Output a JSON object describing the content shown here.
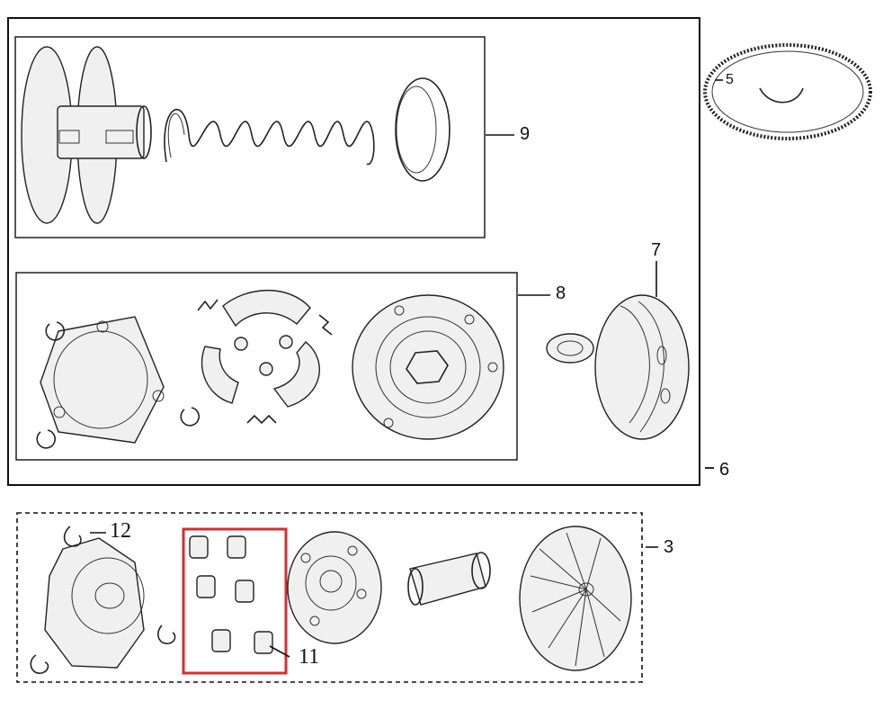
{
  "diagram": {
    "callouts": {
      "part_3": "3",
      "part_5": "5",
      "part_6": "6",
      "part_7": "7",
      "part_8": "8",
      "part_9": "9",
      "part_11": "11",
      "part_12": "12"
    },
    "colors": {
      "line": "#222222",
      "background": "#ffffff",
      "highlight": "#d32f2f"
    }
  }
}
